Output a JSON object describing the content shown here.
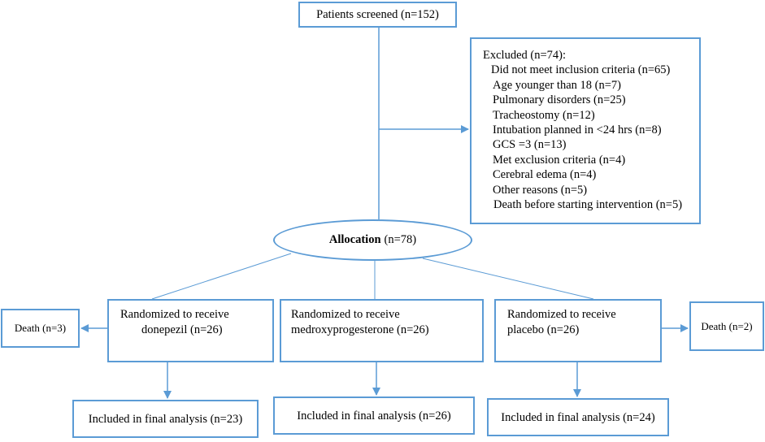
{
  "colors": {
    "stroke": "#5b9bd5",
    "text": "#000000",
    "background": "#ffffff"
  },
  "screened": {
    "label": "Patients screened (n=152)"
  },
  "excluded": {
    "title": "Excluded (n=74):",
    "items": [
      "Did not meet inclusion criteria (n=65)",
      "Age younger than 18 (n=7)",
      "Pulmonary disorders (n=25)",
      "Tracheostomy (n=12)",
      "Intubation planned in <24 hrs (n=8)",
      "GCS =3 (n=13)",
      "Met exclusion criteria (n=4)",
      "Cerebral edema (n=4)",
      "Other reasons (n=5)",
      "Death before starting intervention (n=5)"
    ]
  },
  "allocation": {
    "bold": "Allocation",
    "count": "(n=78)"
  },
  "arms": [
    {
      "line1": "Randomized to receive",
      "line2": "donepezil (n=26)"
    },
    {
      "line1": "Randomized to receive",
      "line2": "medroxyprogesterone (n=26)"
    },
    {
      "line1": "Randomized to receive",
      "line2": "placebo (n=26)"
    }
  ],
  "deaths": {
    "left": "Death (n=3)",
    "right": "Death (n=2)"
  },
  "final": [
    "Included in final analysis (n=23)",
    "Included in final analysis (n=26)",
    "Included in final analysis (n=24)"
  ]
}
